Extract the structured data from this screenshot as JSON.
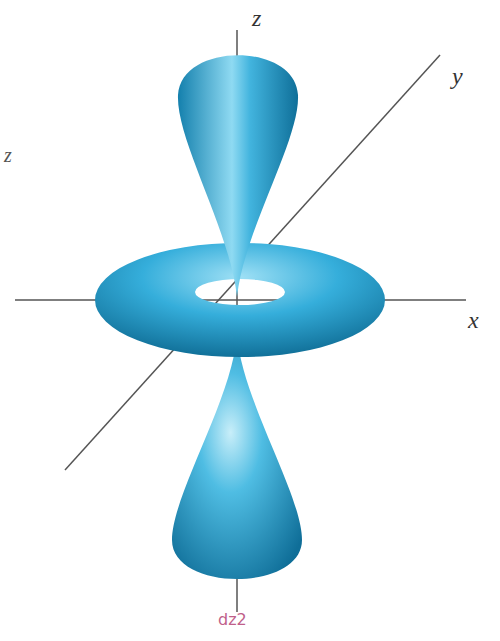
{
  "diagram": {
    "labels": [
      "z",
      "z",
      "y",
      "x",
      "dz2"
    ]
  }
}
